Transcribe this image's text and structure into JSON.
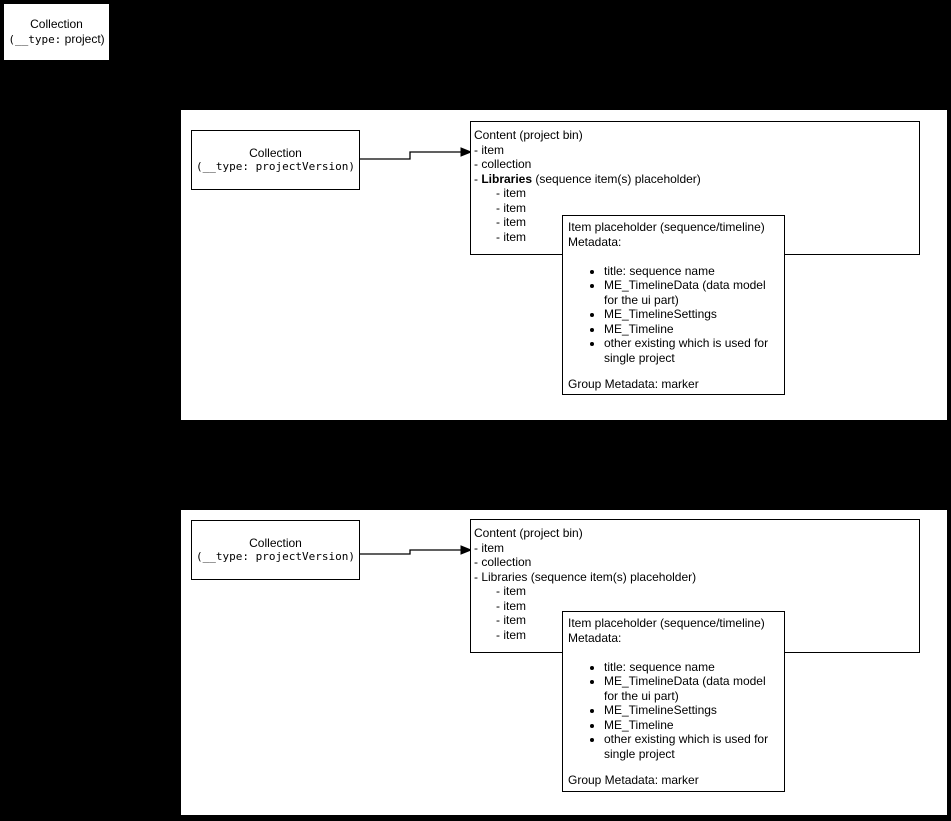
{
  "colors": {
    "background": "#000000",
    "surface": "#ffffff",
    "line": "#000000",
    "text": "#000000"
  },
  "project_box": {
    "title": "Collection",
    "type_mono": "(__type:",
    "type_rest": " project)"
  },
  "panels": [
    {
      "collection_box": {
        "title": "Collection",
        "type_line": "(__type: projectVersion)"
      },
      "content_box": {
        "title": "Content (project bin)",
        "line_item": "- item",
        "line_collection": "- collection",
        "libraries": {
          "dash": "- ",
          "name": "Libraries",
          "bold": true,
          "rest": " (sequence item(s) placeholder)"
        },
        "sub_items": [
          "- item",
          "- item",
          "- item",
          "- item"
        ]
      },
      "item_box": {
        "title": "Item placeholder (sequence/timeline)",
        "subtitle": "Metadata:",
        "bullets": [
          "title: sequence name",
          "ME_TimelineData (data model for the ui part)",
          "ME_TimelineSettings",
          "ME_Timeline",
          "other existing which is used for single project"
        ],
        "footer": "Group Metadata: marker"
      }
    },
    {
      "collection_box": {
        "title": "Collection",
        "type_line": "(__type: projectVersion)"
      },
      "content_box": {
        "title": "Content (project bin)",
        "line_item": "- item",
        "line_collection": "- collection",
        "libraries": {
          "dash": "- ",
          "name": "Libraries",
          "bold": false,
          "rest": " (sequence item(s) placeholder)"
        },
        "sub_items": [
          "- item",
          "- item",
          "- item",
          "- item"
        ]
      },
      "item_box": {
        "title": "Item placeholder (sequence/timeline)",
        "subtitle": "Metadata:",
        "bullets": [
          "title: sequence name",
          "ME_TimelineData (data model for the ui part)",
          "ME_TimelineSettings",
          "ME_Timeline",
          "other existing which is used for single project"
        ],
        "footer": "Group Metadata: marker"
      }
    }
  ]
}
